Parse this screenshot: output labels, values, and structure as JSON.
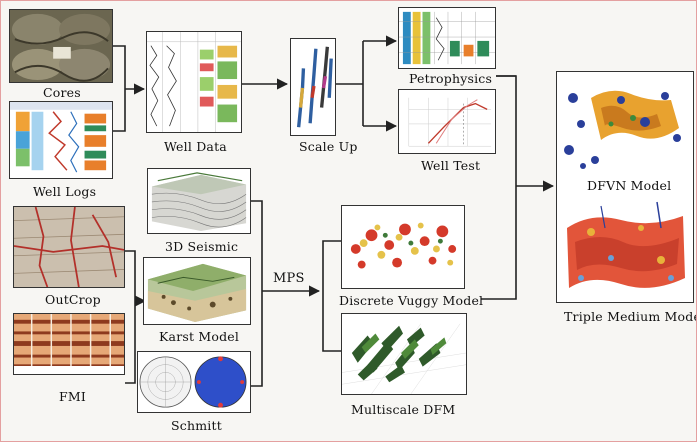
{
  "labels": {
    "cores": "Cores",
    "well_logs": "Well Logs",
    "well_data": "Well Data",
    "scale_up": "Scale Up",
    "petrophysics": "Petrophysics",
    "well_test": "Well Test",
    "dfvn_model": "DFVN  Model",
    "triple_medium_model": "Triple Medium Model",
    "outcrop": "OutCrop",
    "seismic_3d": "3D Seismic",
    "karst_model": "Karst  Model",
    "fmi": "FMI",
    "schmitt": "Schmitt",
    "mps": "MPS",
    "discrete_vuggy_model": "Discrete Vuggy Model",
    "multiscale_dfm": "Multiscale DFM"
  },
  "colors": {
    "arrow": "#222222",
    "frame_border": "#e4a0a0"
  }
}
